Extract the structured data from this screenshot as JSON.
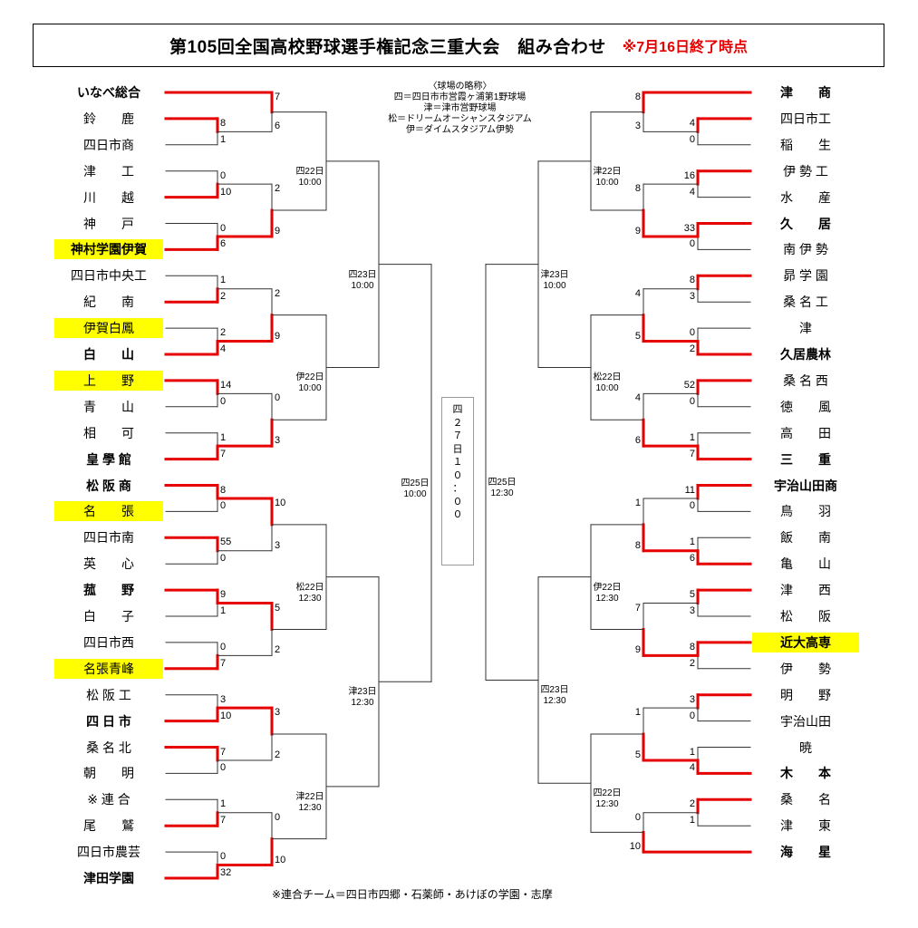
{
  "title": {
    "main": "第105回全国高校野球選手権記念三重大会　組み合わせ",
    "status": "※7月16日終了時点"
  },
  "legend": [
    "〈球場の略称〉",
    "四＝四日市市営霞ヶ浦第1野球場",
    "津＝津市営野球場",
    "松＝ドリームオーシャンスタジアム",
    "伊＝ダイムスタジアム伊勢"
  ],
  "footnote": "※連合チーム＝四日市四郷・石薬師・あけぼの学園・志摩",
  "final": {
    "chars": [
      "四",
      "２",
      "７",
      "日",
      "",
      "１",
      "０",
      "：",
      "０",
      "０"
    ]
  },
  "left_teams": [
    {
      "name": "いなべ総合",
      "bold": true,
      "hl": false
    },
    {
      "name": "鈴　　鹿",
      "bold": false,
      "hl": false
    },
    {
      "name": "四日市商",
      "bold": false,
      "hl": false
    },
    {
      "name": "津　　工",
      "bold": false,
      "hl": false
    },
    {
      "name": "川　　越",
      "bold": false,
      "hl": false
    },
    {
      "name": "神　　戸",
      "bold": false,
      "hl": false
    },
    {
      "name": "神村学園伊賀",
      "bold": true,
      "hl": true
    },
    {
      "name": "四日市中央工",
      "bold": false,
      "hl": false
    },
    {
      "name": "紀　　南",
      "bold": false,
      "hl": false
    },
    {
      "name": "伊賀白鳳",
      "bold": false,
      "hl": true
    },
    {
      "name": "白　　山",
      "bold": true,
      "hl": false
    },
    {
      "name": "上　　野",
      "bold": false,
      "hl": true
    },
    {
      "name": "青　　山",
      "bold": false,
      "hl": false
    },
    {
      "name": "相　　可",
      "bold": false,
      "hl": false
    },
    {
      "name": "皇 學 館",
      "bold": true,
      "hl": false
    },
    {
      "name": "松 阪 商",
      "bold": true,
      "hl": false
    },
    {
      "name": "名　　張",
      "bold": false,
      "hl": true
    },
    {
      "name": "四日市南",
      "bold": false,
      "hl": false
    },
    {
      "name": "英　　心",
      "bold": false,
      "hl": false
    },
    {
      "name": "菰　　野",
      "bold": true,
      "hl": false
    },
    {
      "name": "白　　子",
      "bold": false,
      "hl": false
    },
    {
      "name": "四日市西",
      "bold": false,
      "hl": false
    },
    {
      "name": "名張青峰",
      "bold": false,
      "hl": true
    },
    {
      "name": "松 阪 工",
      "bold": false,
      "hl": false
    },
    {
      "name": "四 日 市",
      "bold": true,
      "hl": false
    },
    {
      "name": "桑 名 北",
      "bold": false,
      "hl": false
    },
    {
      "name": "朝　　明",
      "bold": false,
      "hl": false
    },
    {
      "name": "※ 連 合",
      "bold": false,
      "hl": false
    },
    {
      "name": "尾　　鷲",
      "bold": false,
      "hl": false
    },
    {
      "name": "四日市農芸",
      "bold": false,
      "hl": false
    },
    {
      "name": "津田学園",
      "bold": true,
      "hl": false
    }
  ],
  "right_teams": [
    {
      "name": "津　　商",
      "bold": true,
      "hl": false
    },
    {
      "name": "四日市工",
      "bold": false,
      "hl": false
    },
    {
      "name": "稲　　生",
      "bold": false,
      "hl": false
    },
    {
      "name": "伊 勢 工",
      "bold": false,
      "hl": false
    },
    {
      "name": "水　　産",
      "bold": false,
      "hl": false
    },
    {
      "name": "久　　居",
      "bold": true,
      "hl": false
    },
    {
      "name": "南 伊 勢",
      "bold": false,
      "hl": false
    },
    {
      "name": "昴 学 園",
      "bold": false,
      "hl": false
    },
    {
      "name": "桑 名 工",
      "bold": false,
      "hl": false
    },
    {
      "name": "津",
      "bold": false,
      "hl": false
    },
    {
      "name": "久居農林",
      "bold": true,
      "hl": false
    },
    {
      "name": "桑 名 西",
      "bold": false,
      "hl": false
    },
    {
      "name": "徳　　風",
      "bold": false,
      "hl": false
    },
    {
      "name": "高　　田",
      "bold": false,
      "hl": false
    },
    {
      "name": "三　　重",
      "bold": true,
      "hl": false
    },
    {
      "name": "宇治山田商",
      "bold": true,
      "hl": false
    },
    {
      "name": "鳥　　羽",
      "bold": false,
      "hl": false
    },
    {
      "name": "飯　　南",
      "bold": false,
      "hl": false
    },
    {
      "name": "亀　　山",
      "bold": false,
      "hl": false
    },
    {
      "name": "津　　西",
      "bold": false,
      "hl": false
    },
    {
      "name": "松　　阪",
      "bold": false,
      "hl": false
    },
    {
      "name": "近大高専",
      "bold": true,
      "hl": true
    },
    {
      "name": "伊　　勢",
      "bold": false,
      "hl": false
    },
    {
      "name": "明　　野",
      "bold": false,
      "hl": false
    },
    {
      "name": "宇治山田",
      "bold": false,
      "hl": false
    },
    {
      "name": "暁",
      "bold": false,
      "hl": false
    },
    {
      "name": "木　　本",
      "bold": true,
      "hl": false
    },
    {
      "name": "桑　　名",
      "bold": false,
      "hl": false
    },
    {
      "name": "津　　東",
      "bold": false,
      "hl": false
    },
    {
      "name": "海　　星",
      "bold": true,
      "hl": false
    }
  ],
  "left_matches": [
    {
      "a": 1,
      "b": 2,
      "sa": "8",
      "sb": "1",
      "win": "a"
    },
    {
      "a": 3,
      "b": 4,
      "sa": "0",
      "sb": "10",
      "win": "b"
    },
    {
      "a": 5,
      "b": 6,
      "sa": "0",
      "sb": "6",
      "win": "b"
    },
    {
      "a": 7,
      "b": 8,
      "sa": "1",
      "sb": "2",
      "win": "b"
    },
    {
      "a": 9,
      "b": 10,
      "sa": "2",
      "sb": "4",
      "win": "b"
    },
    {
      "a": 11,
      "b": 12,
      "sa": "14",
      "sb": "0",
      "win": "a"
    },
    {
      "a": 13,
      "b": 14,
      "sa": "1",
      "sb": "7",
      "win": "b"
    },
    {
      "a": 15,
      "b": 16,
      "sa": "8",
      "sb": "0",
      "win": "a"
    },
    {
      "a": 17,
      "b": 18,
      "sa": "55",
      "sb": "0",
      "win": "a"
    },
    {
      "a": 19,
      "b": 20,
      "sa": "9",
      "sb": "1",
      "win": "a"
    },
    {
      "a": 21,
      "b": 22,
      "sa": "0",
      "sb": "7",
      "win": "b"
    },
    {
      "a": 23,
      "b": 24,
      "sa": "3",
      "sb": "10",
      "win": "b"
    },
    {
      "a": 25,
      "b": 26,
      "sa": "7",
      "sb": "0",
      "win": "a"
    },
    {
      "a": 27,
      "b": 28,
      "sa": "1",
      "sb": "7",
      "win": "b"
    },
    {
      "a": 29,
      "b": 30,
      "sa": "0",
      "sb": "32",
      "win": "b"
    },
    {
      "a": 0,
      "b": "L0",
      "sa": "7",
      "sb": "6",
      "win": "a"
    },
    {
      "a": "L1",
      "b": "L2",
      "sa": "2",
      "sb": "9",
      "win": "b"
    },
    {
      "a": "L3",
      "b": "L4",
      "sa": "2",
      "sb": "9",
      "win": "b"
    },
    {
      "a": "L5",
      "b": "L6",
      "sa": "0",
      "sb": "3",
      "win": "b"
    },
    {
      "a": "L7",
      "b": "L8",
      "sa": "10",
      "sb": "3",
      "win": "a"
    },
    {
      "a": "L9",
      "b": "L10",
      "sa": "5",
      "sb": "2",
      "win": "a"
    },
    {
      "a": "L11",
      "b": "L12",
      "sa": "3",
      "sb": "2",
      "win": "a"
    },
    {
      "a": "L13",
      "b": "L14",
      "sa": "0",
      "sb": "10",
      "win": "b"
    }
  ],
  "right_matches": [
    {
      "a": 1,
      "b": 2,
      "sa": "4",
      "sb": "0",
      "win": "a"
    },
    {
      "a": 3,
      "b": 4,
      "sa": "16",
      "sb": "4",
      "win": "a"
    },
    {
      "a": 5,
      "b": 6,
      "sa": "33",
      "sb": "0",
      "win": "a"
    },
    {
      "a": 7,
      "b": 8,
      "sa": "8",
      "sb": "3",
      "win": "a"
    },
    {
      "a": 9,
      "b": 10,
      "sa": "0",
      "sb": "2",
      "win": "b"
    },
    {
      "a": 11,
      "b": 12,
      "sa": "52",
      "sb": "0",
      "win": "a"
    },
    {
      "a": 13,
      "b": 14,
      "sa": "1",
      "sb": "7",
      "win": "b"
    },
    {
      "a": 15,
      "b": 16,
      "sa": "11",
      "sb": "0",
      "win": "a"
    },
    {
      "a": 17,
      "b": 18,
      "sa": "1",
      "sb": "6",
      "win": "b"
    },
    {
      "a": 19,
      "b": 20,
      "sa": "5",
      "sb": "3",
      "win": "a"
    },
    {
      "a": 21,
      "b": 22,
      "sa": "8",
      "sb": "2",
      "win": "a"
    },
    {
      "a": 23,
      "b": 24,
      "sa": "3",
      "sb": "0",
      "win": "a"
    },
    {
      "a": 25,
      "b": 26,
      "sa": "1",
      "sb": "4",
      "win": "b"
    },
    {
      "a": 27,
      "b": 28,
      "sa": "2",
      "sb": "1",
      "win": "a"
    },
    {
      "a": 0,
      "b": "R0",
      "sa": "8",
      "sb": "3",
      "win": "a"
    },
    {
      "a": "R1",
      "b": "R2",
      "sa": "8",
      "sb": "9",
      "win": "b"
    },
    {
      "a": "R3",
      "b": "R4",
      "sa": "4",
      "sb": "5",
      "win": "b"
    },
    {
      "a": "R5",
      "b": "R6",
      "sa": "4",
      "sb": "6",
      "win": "b"
    },
    {
      "a": "R7",
      "b": "R8",
      "sa": "1",
      "sb": "8",
      "win": "b"
    },
    {
      "a": "R9",
      "b": "R10",
      "sa": "7",
      "sb": "9",
      "win": "b"
    },
    {
      "a": "R11",
      "b": "R12",
      "sa": "1",
      "sb": "5",
      "win": "b"
    },
    {
      "a": "R13",
      "b": 29,
      "sa": "0",
      "sb": "10",
      "win": "b"
    }
  ],
  "left_later": [
    {
      "a": "L15",
      "b": "L16",
      "label": [
        "四22日",
        "10:00"
      ]
    },
    {
      "a": "L17",
      "b": "L18",
      "label": [
        "伊22日",
        "10:00"
      ]
    },
    {
      "a": "L19",
      "b": "L20",
      "label": [
        "松22日",
        "12:30"
      ]
    },
    {
      "a": "L21",
      "b": "L22",
      "label": [
        "津22日",
        "12:30"
      ]
    },
    {
      "a": "L23",
      "b": "L24",
      "label": [
        "四23日",
        "10:00"
      ]
    },
    {
      "a": "L25",
      "b": "L26",
      "label": [
        "津23日",
        "12:30"
      ]
    },
    {
      "a": "L27",
      "b": "L28",
      "label": [
        "四25日",
        "10:00"
      ]
    }
  ],
  "right_later": [
    {
      "a": "R14",
      "b": "R15",
      "label": [
        "津22日",
        "10:00"
      ]
    },
    {
      "a": "R16",
      "b": "R17",
      "label": [
        "松22日",
        "10:00"
      ]
    },
    {
      "a": "R18",
      "b": "R19",
      "label": [
        "伊22日",
        "12:30"
      ]
    },
    {
      "a": "R20",
      "b": "R21",
      "label": [
        "四22日",
        "12:30"
      ]
    },
    {
      "a": "R22",
      "b": "R23",
      "label": [
        "津23日",
        "10:00"
      ]
    },
    {
      "a": "R24",
      "b": "R25",
      "label": [
        "四23日",
        "12:30"
      ]
    },
    {
      "a": "R26",
      "b": "R27",
      "label": [
        "四25日",
        "12:30"
      ]
    }
  ]
}
